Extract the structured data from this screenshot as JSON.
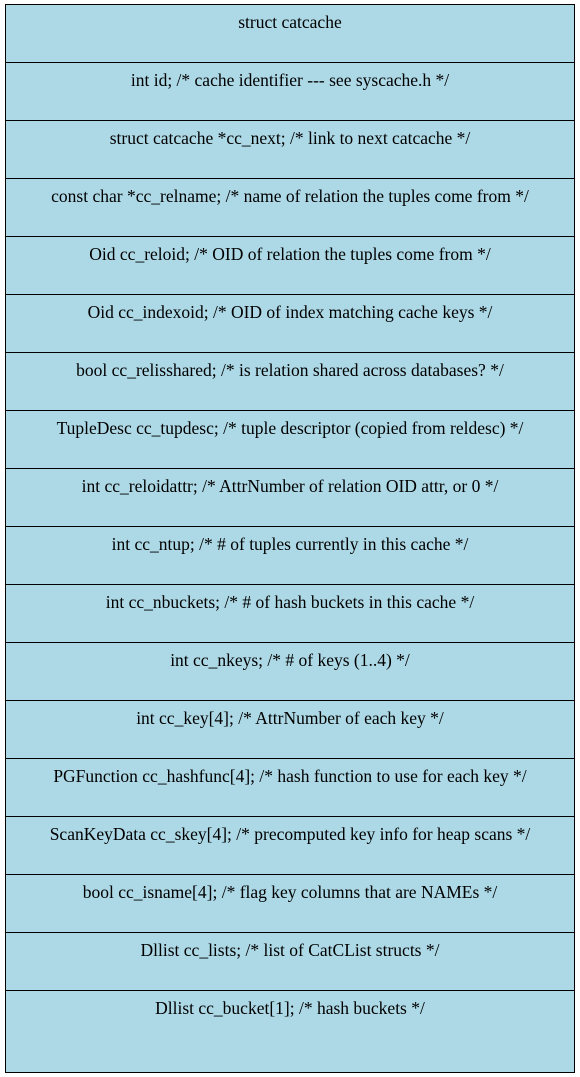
{
  "struct": {
    "fields": [
      "struct catcache",
      "int id; /* cache identifier --- see syscache.h */",
      "struct catcache *cc_next; /* link to next catcache */",
      "const char *cc_relname; /* name of relation the tuples come from */",
      "Oid cc_reloid; /* OID of relation the tuples come from */",
      "Oid cc_indexoid; /* OID of index matching cache keys */",
      "bool cc_relisshared; /* is relation shared across databases? */",
      "TupleDesc cc_tupdesc; /* tuple descriptor (copied from reldesc) */",
      "int cc_reloidattr; /* AttrNumber of relation OID attr, or 0 */",
      "int cc_ntup; /* # of tuples currently in this cache */",
      "int cc_nbuckets; /* # of hash buckets in this cache */",
      "int cc_nkeys; /* # of keys (1..4) */",
      "int cc_key[4]; /* AttrNumber of each key */",
      "PGFunction cc_hashfunc[4]; /* hash function to use for each key */",
      "ScanKeyData cc_skey[4]; /* precomputed key info for heap scans */",
      "bool cc_isname[4]; /* flag key columns that are NAMEs */",
      "Dllist cc_lists; /* list of CatCList structs */",
      "Dllist cc_bucket[1]; /* hash buckets */"
    ],
    "fill_color": "#add8e6",
    "border_color": "#000000"
  }
}
